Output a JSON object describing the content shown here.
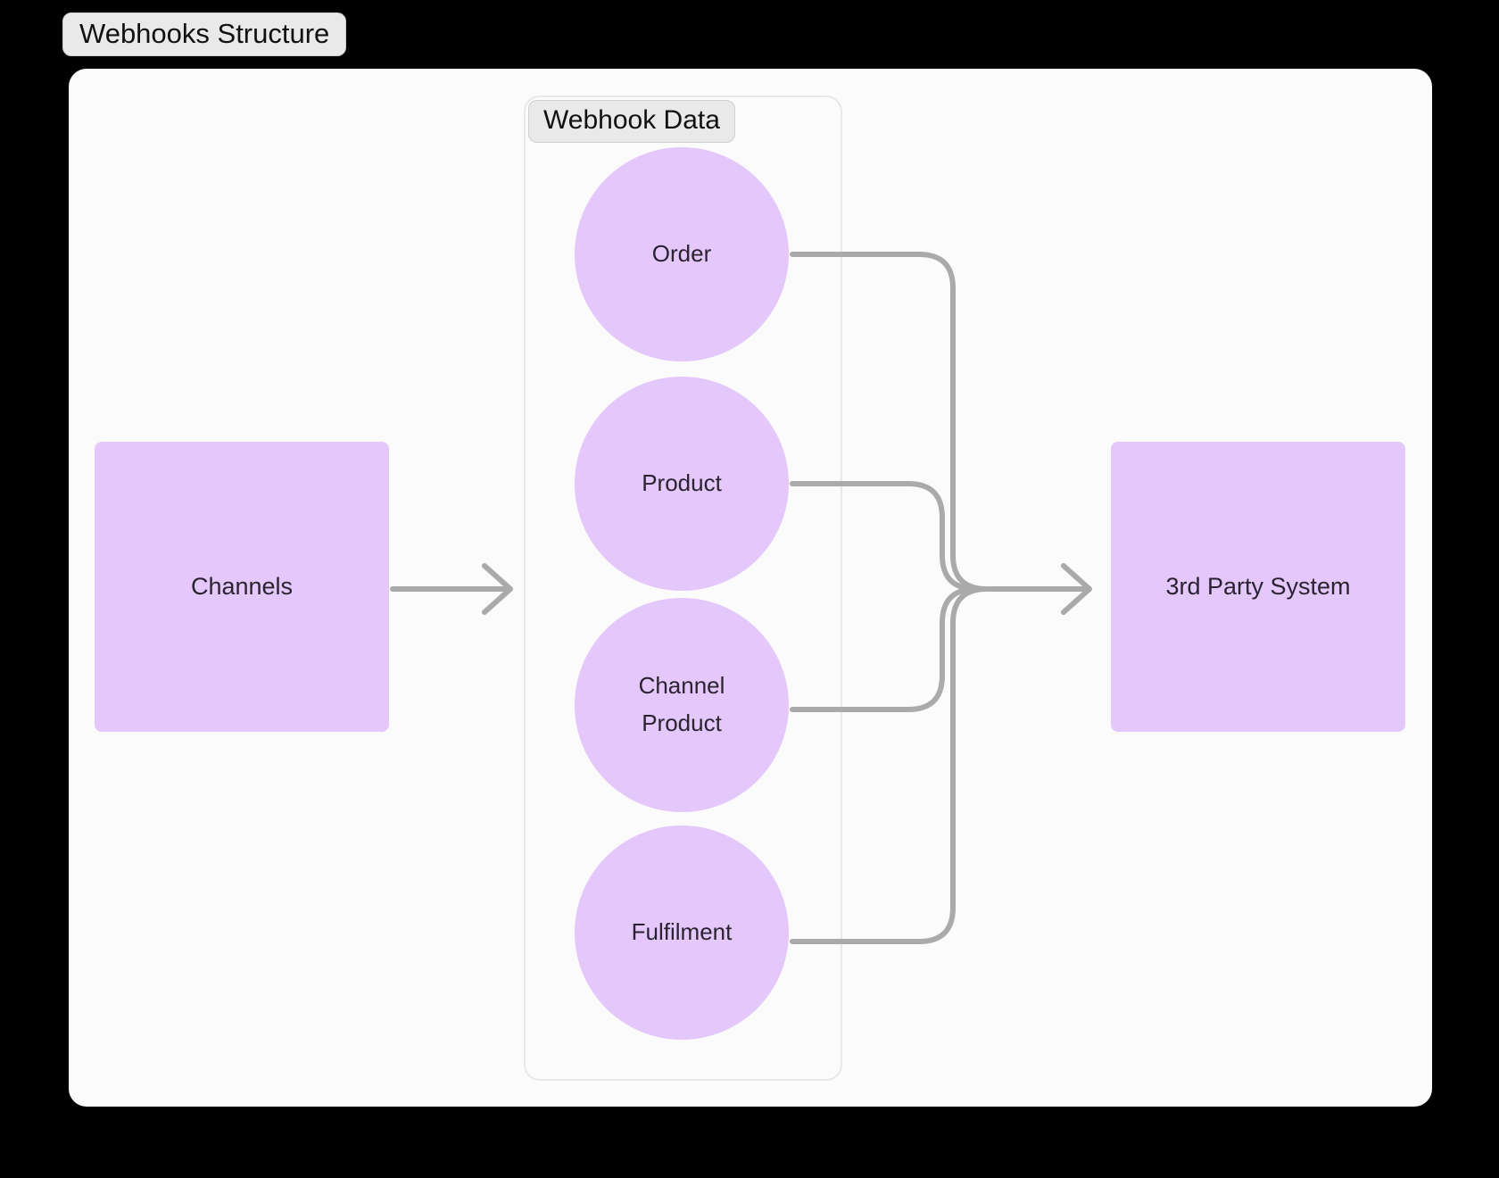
{
  "diagram": {
    "title": "Webhooks Structure",
    "background_color": "#000000",
    "canvas_color": "#fbfbfb",
    "node_fill": "#e4c8fb",
    "edge_color": "#aaaaaa",
    "label_chip_color": "#e9e9e9",
    "text_color": "#2b2330"
  },
  "subgraph": {
    "label": "Webhook Data",
    "border_color": "#e8e8e8"
  },
  "nodes": {
    "channels": {
      "label": "Channels",
      "shape": "rect"
    },
    "third_party": {
      "label": "3rd Party System",
      "shape": "rect"
    },
    "order": {
      "label": "Order",
      "shape": "circle"
    },
    "product": {
      "label": "Product",
      "shape": "circle"
    },
    "channel_product": {
      "label_line1": "Channel",
      "label_line2": "Product",
      "shape": "circle"
    },
    "fulfilment": {
      "label": "Fulfilment",
      "shape": "circle"
    }
  },
  "edges": [
    {
      "from": "channels",
      "to": "webhook_data",
      "arrow": true
    },
    {
      "from": "order",
      "to": "third_party",
      "arrow": true
    },
    {
      "from": "product",
      "to": "third_party",
      "arrow": true
    },
    {
      "from": "channel_product",
      "to": "third_party",
      "arrow": true
    },
    {
      "from": "fulfilment",
      "to": "third_party",
      "arrow": true
    }
  ]
}
